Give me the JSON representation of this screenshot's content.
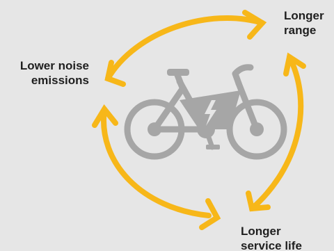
{
  "diagram": {
    "labels": {
      "longer_range": [
        "Longer",
        "range"
      ],
      "lower_noise": [
        "Lower noise",
        "emissions"
      ],
      "longer_service_life": [
        "Longer",
        "service life"
      ]
    },
    "icon": "electric-bicycle-icon"
  },
  "colors": {
    "background": "#e6e6e6",
    "arrow": "#f7b719",
    "bicycle": "#a6a6a6",
    "bolt": "#e6e6e6",
    "text": "#1f1f1f"
  }
}
